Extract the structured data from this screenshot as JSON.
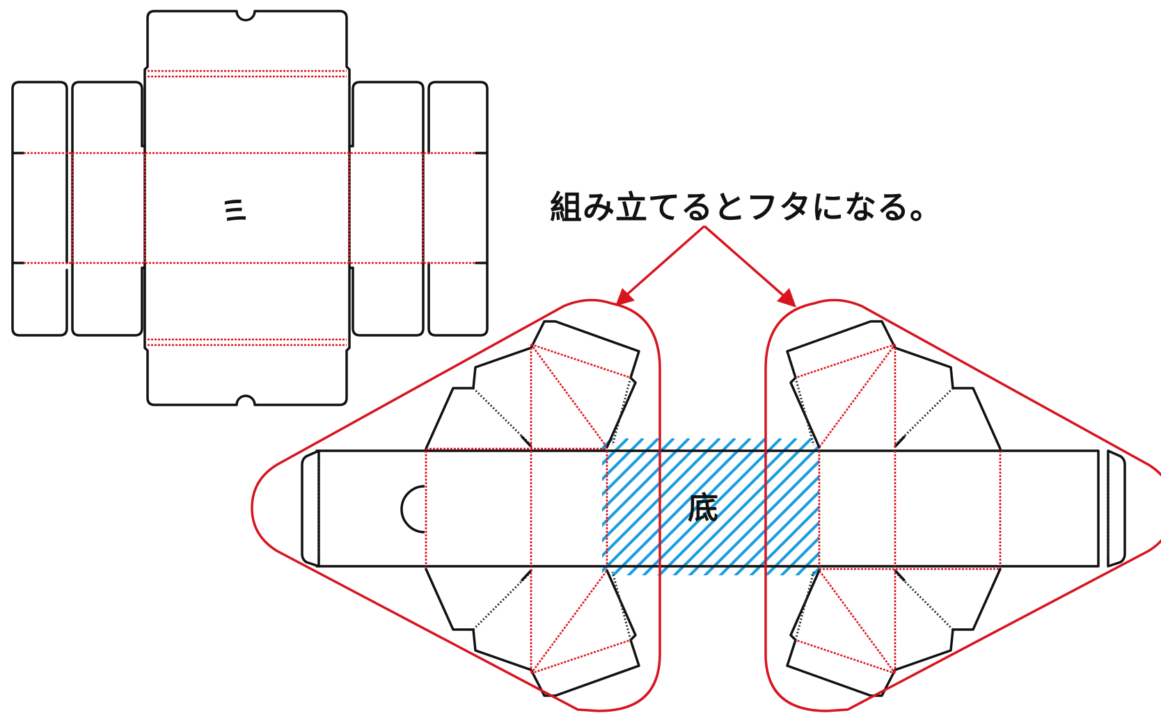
{
  "caption": "組み立てるとフタになる。",
  "labels": {
    "lid_panel": "ミ",
    "base_panel": "底"
  },
  "colors": {
    "cut_line": "#111111",
    "fold_line": "#e0141e",
    "highlight_outline": "#d8141e",
    "base_hatch": "#1a9ee0"
  }
}
